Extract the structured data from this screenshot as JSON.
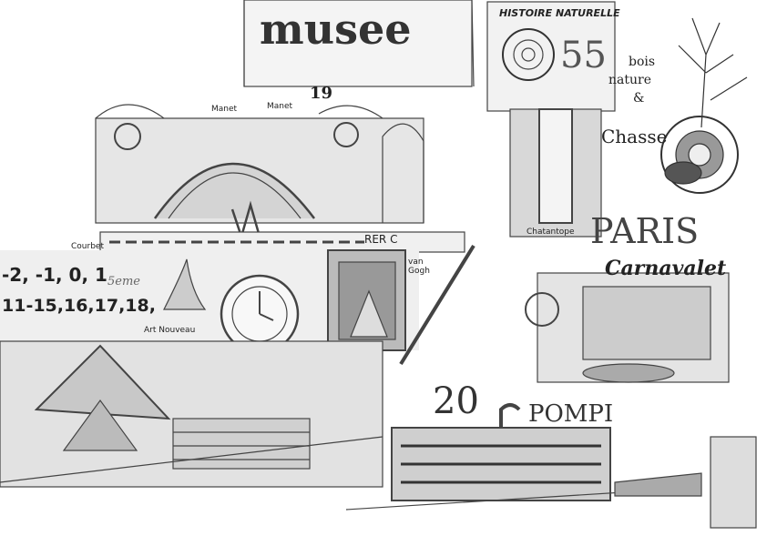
{
  "artwork": {
    "labels": {
      "musee": "musee",
      "histoire": "HISTOIRE NATURELLE",
      "number_55": "55",
      "bois": "bois",
      "nature": "nature",
      "amp": "&",
      "chasse": "Chasse",
      "manet1": "Manet",
      "manet2": "Manet",
      "century": "19",
      "rer": "RER C",
      "courbet": "Courbet",
      "floors": "-2, -1, 0, 1",
      "fifth": "5eme",
      "rooms": "11-15,16,17,18,",
      "art_nouveau": "Art Nouveau",
      "van_gogh": "van Gogh",
      "chat": "Chatantope",
      "paris": "PARIS",
      "carnavalet": "Carnavalet",
      "century20": "20",
      "pompi": "POMPI"
    },
    "ink": "#333333"
  }
}
